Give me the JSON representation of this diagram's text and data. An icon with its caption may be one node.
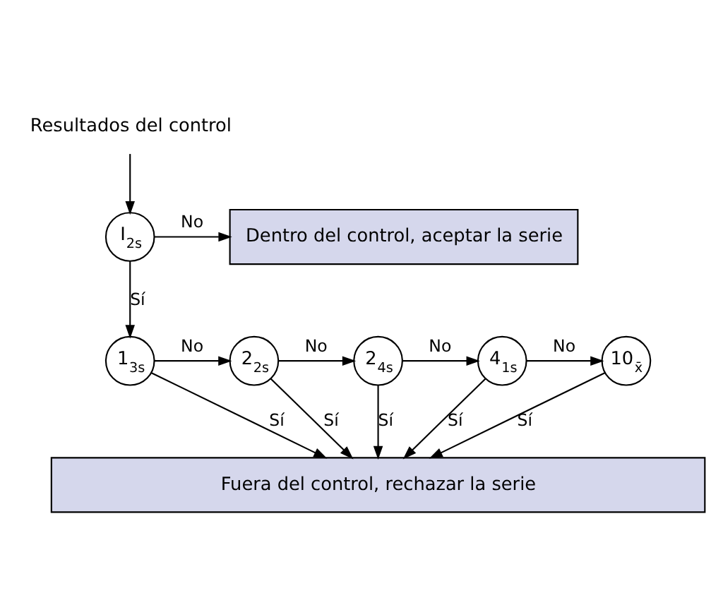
{
  "diagram": {
    "nodes": [
      {
        "text": [
          "Resultados del control"
        ]
      },
      {
        "text": [
          "I$_{2s}$"
        ]
      },
      {
        "text": [
          "Dentro del control, aceptar la serie"
        ]
      },
      {
        "text": [
          "1$_{3s}$"
        ]
      },
      {
        "text": [
          "2$_{2s}$"
        ]
      },
      {
        "text": [
          "2$_{4s}$"
        ]
      },
      {
        "text": [
          "4$_{1s}$"
        ]
      },
      {
        "text": [
          "10$_{x̄}$"
        ]
      },
      {
        "text": [
          "Fuera del control, rechazar la serie"
        ]
      }
    ],
    "edges": [
      {
        "from": 0,
        "to": 1,
        "arrow": "to"
      },
      {
        "from": 1,
        "to": 2,
        "arrow": "to",
        "label": "No"
      },
      {
        "from": 1,
        "to": 3,
        "arrow": "to",
        "label": "Sí"
      },
      {
        "from": 3,
        "to": 4,
        "arrow": "to",
        "label": "No"
      },
      {
        "from": 4,
        "to": 5,
        "arrow": "to",
        "label": "No"
      },
      {
        "from": 5,
        "to": 6,
        "arrow": "to",
        "label": "No"
      },
      {
        "from": 6,
        "to": 7,
        "arrow": "to",
        "label": "No"
      },
      {
        "from": 3,
        "to": 8,
        "arrow": "to",
        "label": "Sí"
      },
      {
        "from": 4,
        "to": 8,
        "arrow": "to",
        "label": "Sí"
      },
      {
        "from": 5,
        "to": 8,
        "arrow": "to",
        "label": "Sí"
      },
      {
        "from": 6,
        "to": 8,
        "arrow": "to",
        "label": "Sí"
      },
      {
        "from": 7,
        "to": 8,
        "arrow": "to",
        "label": "Sí"
      }
    ]
  }
}
